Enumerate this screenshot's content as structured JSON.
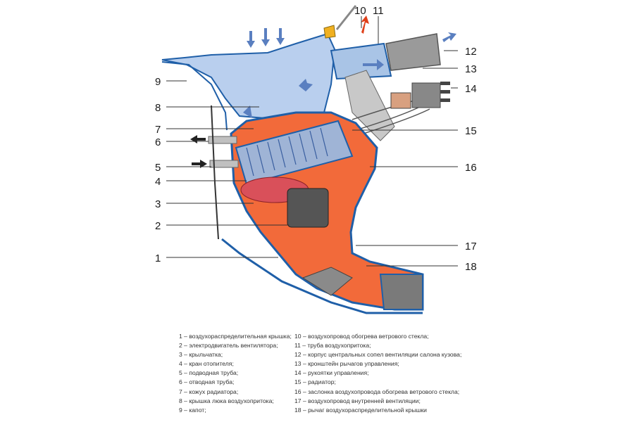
{
  "callouts": [
    "1",
    "2",
    "3",
    "4",
    "5",
    "6",
    "7",
    "8",
    "9",
    "10",
    "11",
    "12",
    "13",
    "14",
    "15",
    "16",
    "17",
    "18"
  ],
  "legend_left": [
    "1 – воздухораспределительная крышка;",
    "2 – электродвигатель вентилятора;",
    "3 – крыльчатка;",
    "4 – кран отопителя;",
    "5 – подводная труба;",
    "6 – отводная труба;",
    "7 – кожух радиатора;",
    "8 – крышка люка воздухопритока;",
    "9 – капот;"
  ],
  "legend_right": [
    "10 – воздухопровод обогрева ветрового стекла;",
    "11 – труба воздухопритока;",
    "12 – корпус центральных сопел вентиляции салона кузова;",
    "13 – кронштейн рычагов управления;",
    "14 – рукоятки управления;",
    "15 – радиатор;",
    "16 – заслонка воздухопровода обогрева ветрового стекла;",
    "17 – воздухопровод внутренней вентиляции;",
    "18 – рычаг воздухораспределительной крышки"
  ],
  "colors": {
    "cold_air": "#a9c4e6",
    "hot_air": "#f26a3a",
    "housing_outline": "#1f5fa8",
    "motor": "#555555",
    "arrow_blue": "#5a7fc0",
    "arrow_red": "#e0401a"
  }
}
